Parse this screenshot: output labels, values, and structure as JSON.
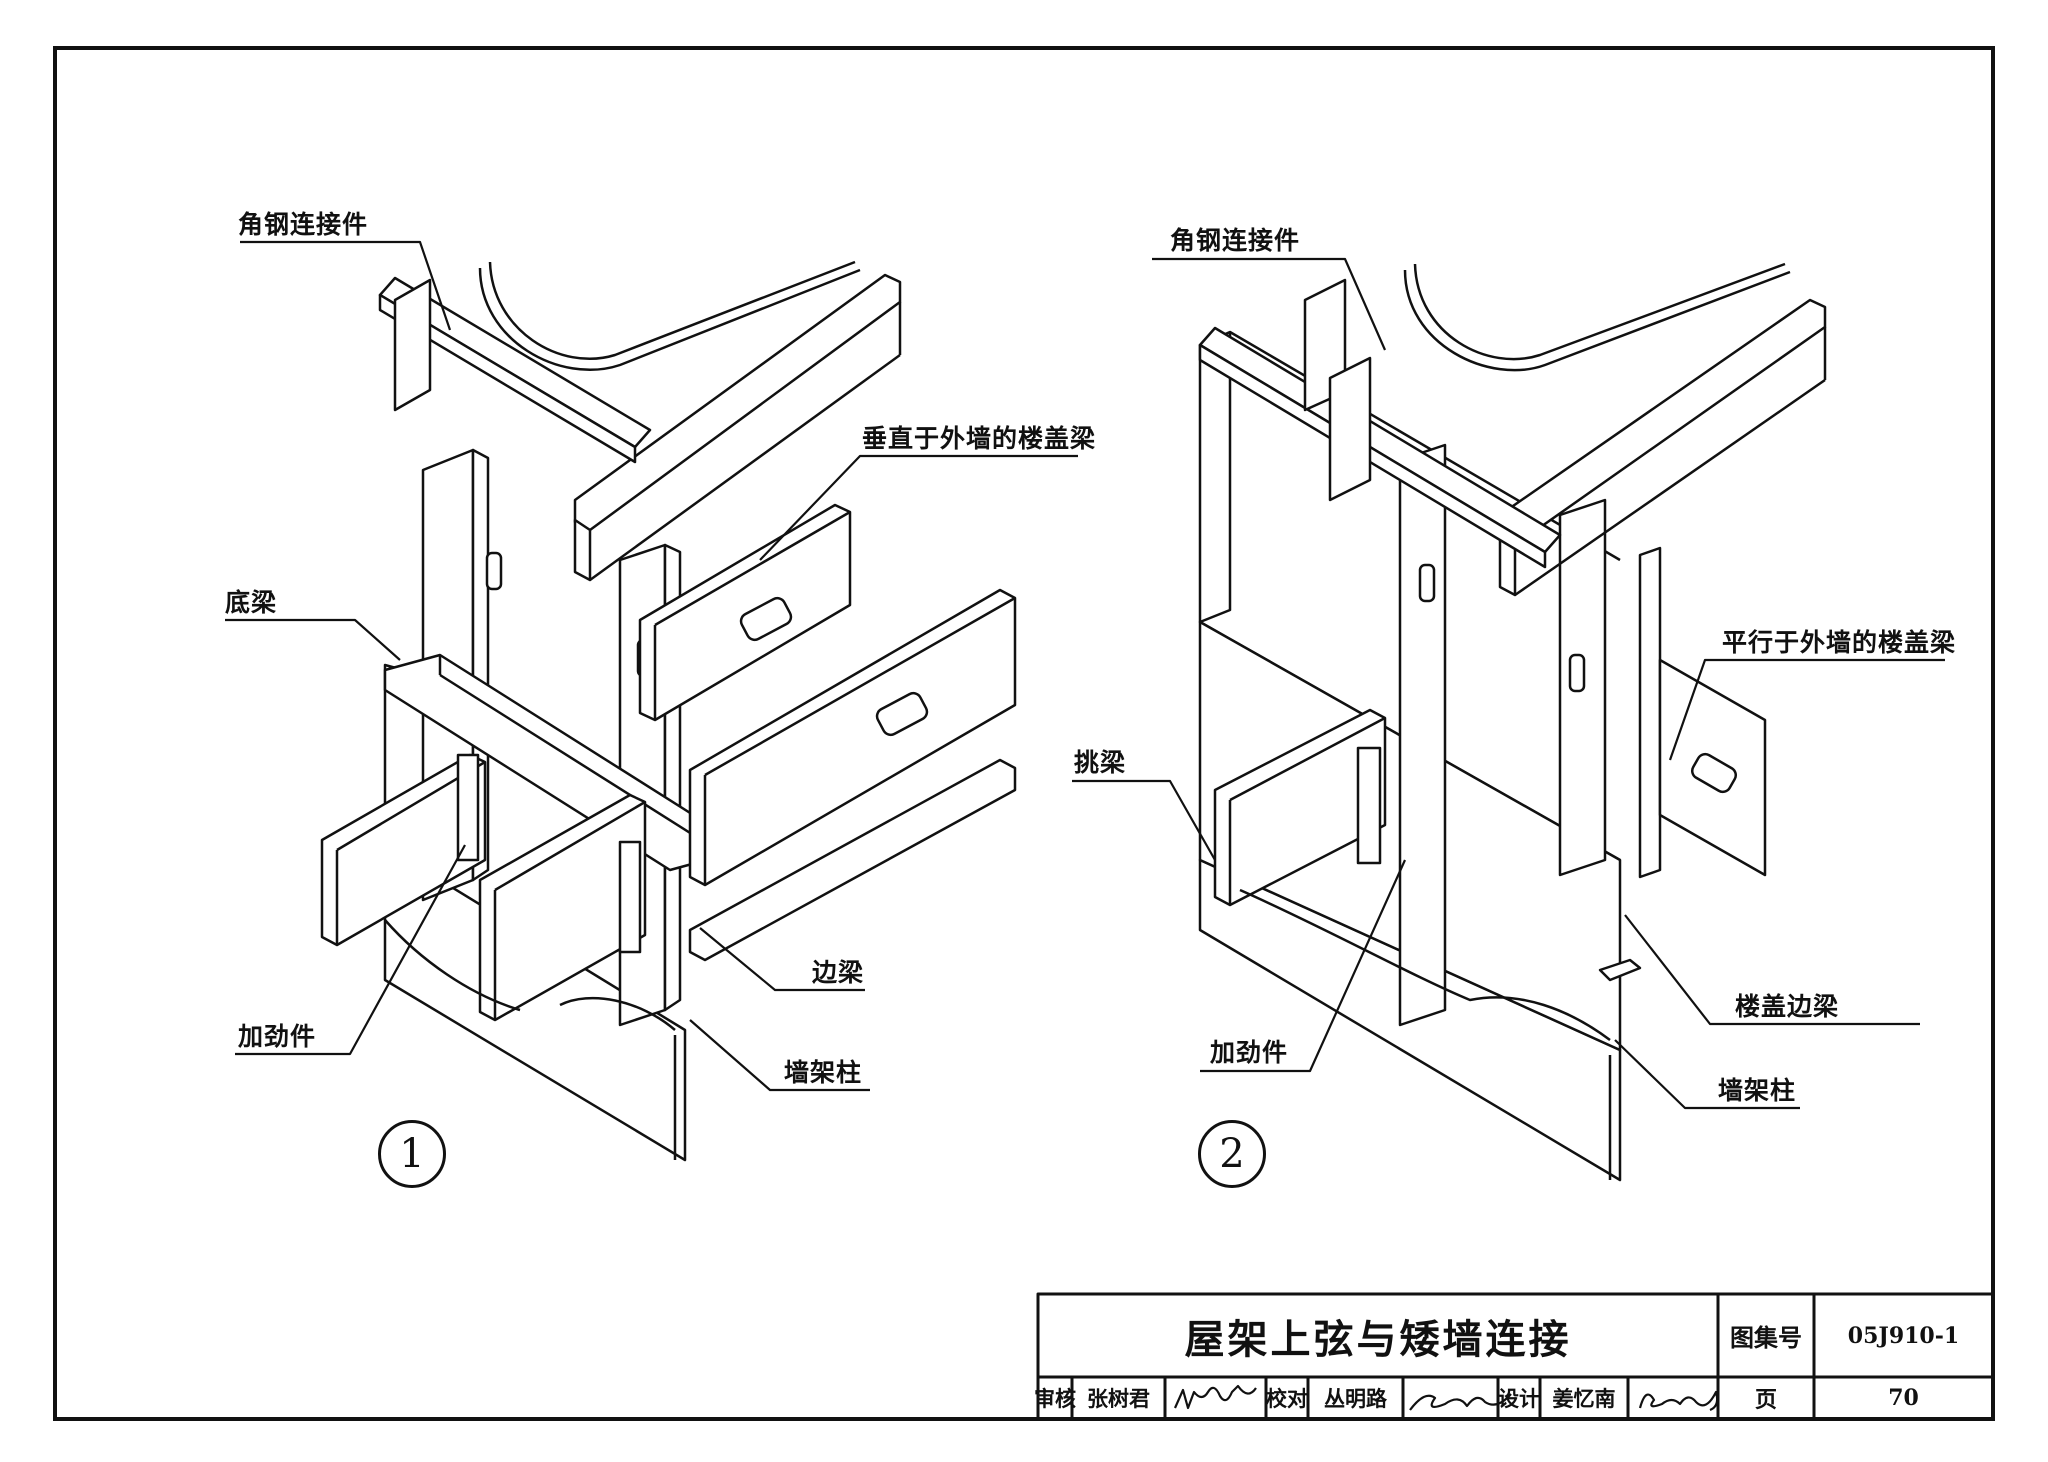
{
  "labels": {
    "d1_angle_connector": "角钢连接件",
    "d1_floor_beam_perp": "垂直于外墙的楼盖梁",
    "d1_bottom_beam": "底梁",
    "d1_edge_beam": "边梁",
    "d1_stiffener": "加劲件",
    "d1_wall_stud": "墙架柱",
    "d2_angle_connector": "角钢连接件",
    "d2_floor_beam_parallel": "平行于外墙的楼盖梁",
    "d2_cantilever_beam": "挑梁",
    "d2_floor_edge_beam": "楼盖边梁",
    "d2_stiffener": "加劲件",
    "d2_wall_stud": "墙架柱"
  },
  "detail_numbers": [
    "1",
    "2"
  ],
  "title_block": {
    "title": "屋架上弦与矮墙连接",
    "atlas_label": "图集号",
    "atlas_number": "05J910-1",
    "review_label": "审核",
    "reviewer": "张树君",
    "check_label": "校对",
    "checker": "丛明路",
    "design_label": "设计",
    "designer": "姜忆南",
    "page_label": "页",
    "page_number": "70"
  }
}
